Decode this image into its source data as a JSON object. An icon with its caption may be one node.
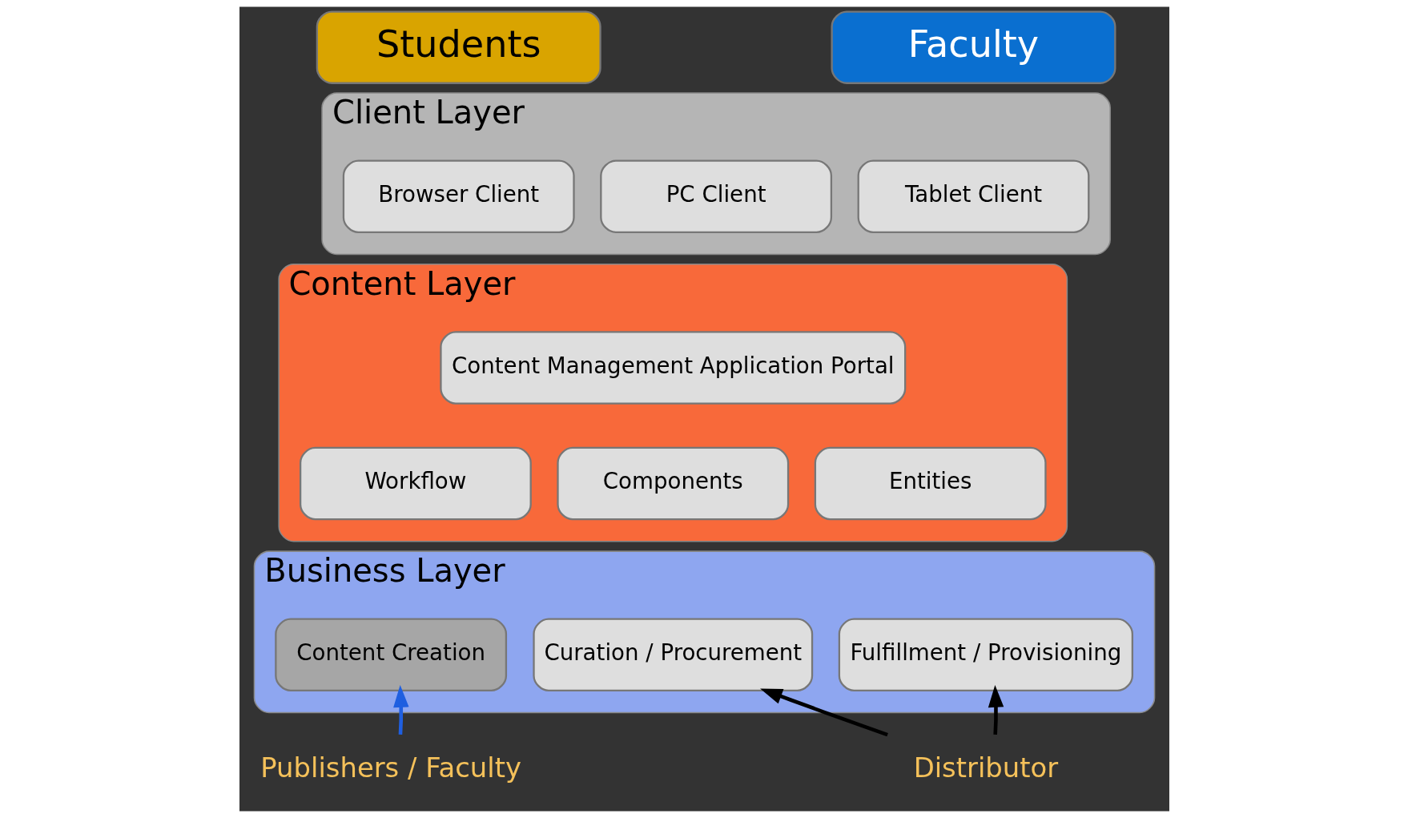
{
  "diagram": {
    "nodes": [
      {
        "text": [
          "Students"
        ]
      },
      {
        "text": [
          "Faculty"
        ]
      },
      {
        "text": [
          "Client Layer"
        ]
      },
      {
        "text": [
          "Browser Client"
        ],
        "in": 2
      },
      {
        "text": [
          "PC Client"
        ],
        "in": 2
      },
      {
        "text": [
          "Tablet Client"
        ],
        "in": 2
      },
      {
        "text": [
          "Content Layer"
        ]
      },
      {
        "text": [
          "Content Management Application Portal"
        ],
        "in": 6
      },
      {
        "text": [
          "Workflow"
        ],
        "in": 6
      },
      {
        "text": [
          "Components"
        ],
        "in": 6
      },
      {
        "text": [
          "Entities"
        ],
        "in": 6
      },
      {
        "text": [
          "Business Layer"
        ]
      },
      {
        "text": [
          "Content Creation"
        ],
        "in": 11
      },
      {
        "text": [
          "Curation / Procurement"
        ],
        "in": 11
      },
      {
        "text": [
          "Fulfillment / Provisioning"
        ],
        "in": 11
      },
      {
        "text": [
          "Publishers / Faculty"
        ]
      },
      {
        "text": [
          "Distributor"
        ]
      }
    ],
    "edges": [
      {
        "from": 15,
        "to": 12,
        "arrow": "to",
        "color": "#1f5fe0"
      },
      {
        "from": 16,
        "to": 13,
        "arrow": "to"
      },
      {
        "from": 16,
        "to": 14,
        "arrow": "to"
      }
    ]
  }
}
